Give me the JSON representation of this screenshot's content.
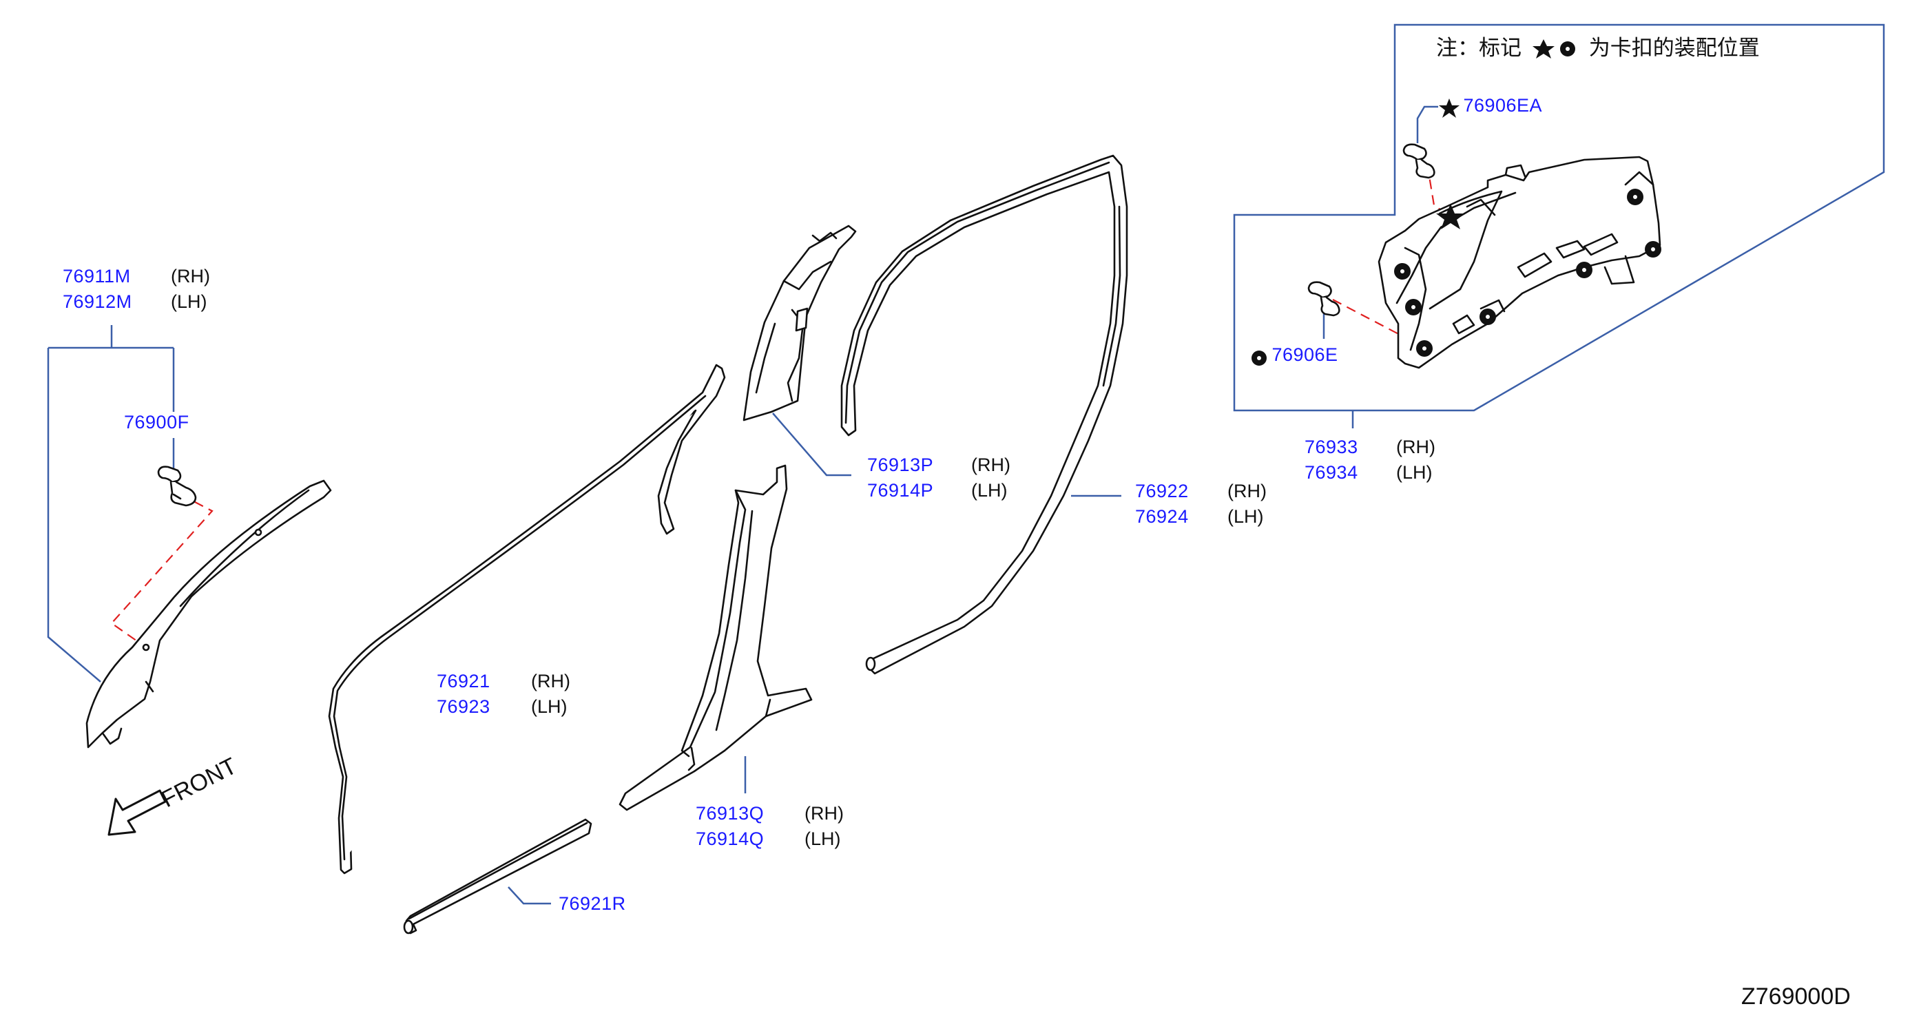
{
  "note": {
    "prefix": "注：标记",
    "suffix": "为卡扣的装配位置"
  },
  "front_label": "FRONT",
  "diagram_code": "Z769000D",
  "labels": {
    "a_pillar_rh": {
      "part": "76911M",
      "side": "(RH)"
    },
    "a_pillar_lh": {
      "part": "76912M",
      "side": "(LH)"
    },
    "a_pillar_clip": {
      "part": "76900F"
    },
    "weatherstrip_front_rh": {
      "part": "76921",
      "side": "(RH)"
    },
    "weatherstrip_front_lh": {
      "part": "76923",
      "side": "(LH)"
    },
    "weatherstrip_sill": {
      "part": "76921R"
    },
    "b_pillar_upper_rh": {
      "part": "76913P",
      "side": "(RH)"
    },
    "b_pillar_upper_lh": {
      "part": "76914P",
      "side": "(LH)"
    },
    "b_pillar_lower_rh": {
      "part": "76913Q",
      "side": "(RH)"
    },
    "b_pillar_lower_lh": {
      "part": "76914Q",
      "side": "(LH)"
    },
    "weatherstrip_rear_rh": {
      "part": "76922",
      "side": "(RH)"
    },
    "weatherstrip_rear_lh": {
      "part": "76924",
      "side": "(LH)"
    },
    "rear_trim_rh": {
      "part": "76933",
      "side": "(RH)"
    },
    "rear_trim_lh": {
      "part": "76934",
      "side": "(LH)"
    },
    "clip_star": {
      "part": "76906EA"
    },
    "clip_dot": {
      "part": "76906E"
    }
  },
  "colors": {
    "part_number": "#1a1aff",
    "leader_line": "#3b5fa8",
    "dashed_line": "#e02020",
    "outline": "#111111",
    "fill": "#ffffff"
  },
  "icons": {
    "star_marker": "star-icon",
    "dot_marker": "dot-icon",
    "front_arrow": "front-arrow-icon"
  }
}
